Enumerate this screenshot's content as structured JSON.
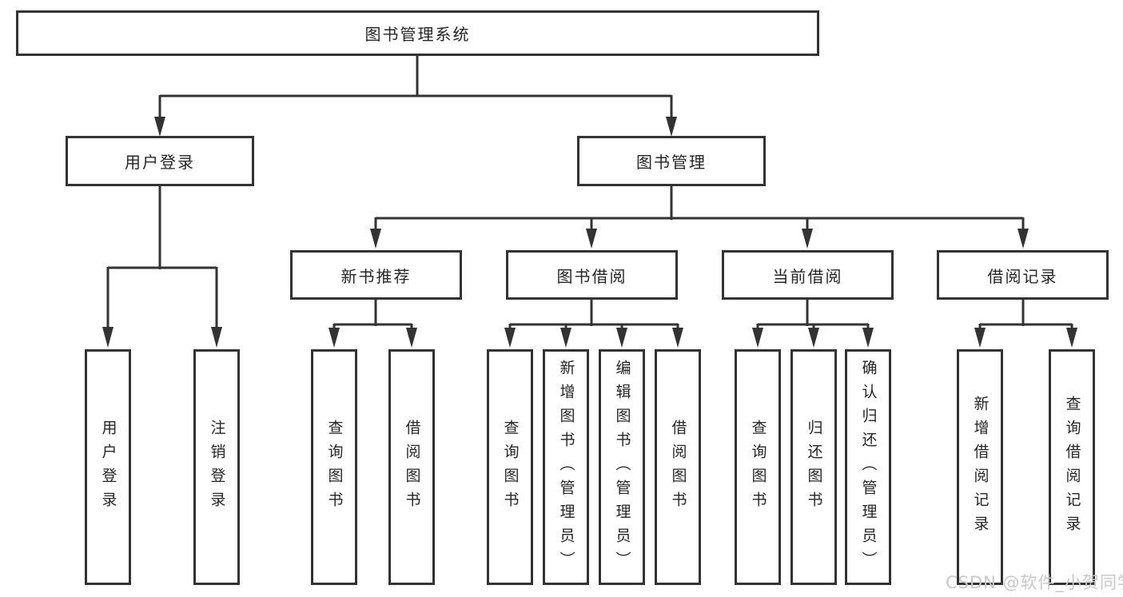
{
  "diagram": {
    "title_node": "图书管理系统",
    "user_login": {
      "label": "用户登录",
      "children": [
        "用户登录",
        "注销登录"
      ]
    },
    "book_mgmt": {
      "label": "图书管理",
      "children": [
        {
          "label": "新书推荐",
          "children": [
            "查询图书",
            "借阅图书"
          ]
        },
        {
          "label": "图书借阅",
          "children": [
            "查询图书",
            "新增图书（管理员）",
            "编辑图书（管理员）",
            "借阅图书"
          ]
        },
        {
          "label": "当前借阅",
          "children": [
            "查询图书",
            "归还图书",
            "确认归还（管理员）"
          ]
        },
        {
          "label": "借阅记录",
          "children": [
            "新增借阅记录",
            "查询借阅记录"
          ]
        }
      ]
    },
    "colors": {
      "line": "#333333",
      "text": "#262626",
      "watermark": "#c8c8c8",
      "background": "#ffffff"
    }
  },
  "watermark": {
    "text": "CSDN @软件_小贺同学"
  }
}
